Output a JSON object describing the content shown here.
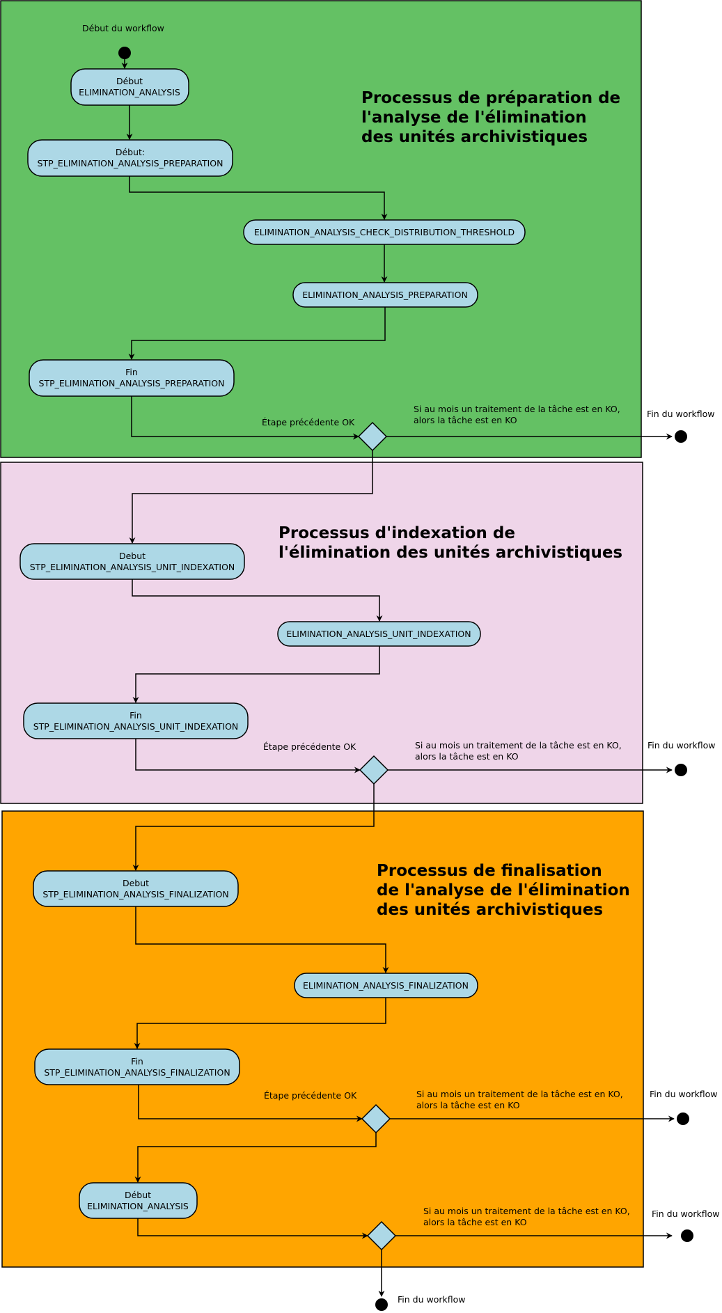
{
  "colors": {
    "section_1": "#64c164",
    "section_2": "#efd5e9",
    "section_3": "#ffa500",
    "node_fill": "#add8e6",
    "stroke": "#000000"
  },
  "start": {
    "label": "Début du workflow"
  },
  "sections": [
    {
      "title_lines": [
        "Processus de préparation de",
        "l'analyse de l'élimination",
        "des unités archivistiques"
      ],
      "nodes": [
        {
          "lines": [
            "Début",
            "ELIMINATION_ANALYSIS"
          ]
        },
        {
          "lines": [
            "Début:",
            "STP_ELIMINATION_ANALYSIS_PREPARATION"
          ]
        },
        {
          "lines": [
            "ELIMINATION_ANALYSIS_CHECK_DISTRIBUTION_THRESHOLD"
          ]
        },
        {
          "lines": [
            "ELIMINATION_ANALYSIS_PREPARATION"
          ]
        },
        {
          "lines": [
            "Fin",
            "STP_ELIMINATION_ANALYSIS_PREPARATION"
          ]
        }
      ]
    },
    {
      "title_lines": [
        "Processus d'indexation de",
        "l'élimination des unités archivistiques"
      ],
      "nodes": [
        {
          "lines": [
            "Debut",
            "STP_ELIMINATION_ANALYSIS_UNIT_INDEXATION"
          ]
        },
        {
          "lines": [
            "ELIMINATION_ANALYSIS_UNIT_INDEXATION"
          ]
        },
        {
          "lines": [
            "Fin",
            "STP_ELIMINATION_ANALYSIS_UNIT_INDEXATION"
          ]
        }
      ]
    },
    {
      "title_lines": [
        "Processus de finalisation",
        "de l'analyse de l'élimination",
        "des unités archivistiques"
      ],
      "nodes": [
        {
          "lines": [
            "Debut",
            "STP_ELIMINATION_ANALYSIS_FINALIZATION"
          ]
        },
        {
          "lines": [
            "ELIMINATION_ANALYSIS_FINALIZATION"
          ]
        },
        {
          "lines": [
            "Fin",
            "STP_ELIMINATION_ANALYSIS_FINALIZATION"
          ]
        },
        {
          "lines": [
            "Début",
            "ELIMINATION_ANALYSIS"
          ]
        }
      ]
    }
  ],
  "decisions": [
    {
      "ok_label": "Étape précédente OK",
      "ko_lines": [
        "Si au mois un traitement de la tâche est en KO,",
        "alors la tâche est en KO"
      ],
      "end_label": "Fin du workflow"
    },
    {
      "ok_label": "Étape précédente OK",
      "ko_lines": [
        "Si au mois un traitement de la tâche est en KO,",
        "alors la tâche est en KO"
      ],
      "end_label": "Fin du workflow"
    },
    {
      "ok_label": "Étape précédente OK",
      "ko_lines": [
        "Si au mois un traitement de la tâche est en KO,",
        "alors la tâche est en KO"
      ],
      "end_label": "Fin du workflow"
    },
    {
      "ok_label": "",
      "ko_lines": [
        "Si au mois un traitement de la tâche est en KO,",
        "alors la tâche est en KO"
      ],
      "end_label": "Fin du workflow"
    }
  ],
  "final_end": {
    "label": "Fin du workflow"
  }
}
